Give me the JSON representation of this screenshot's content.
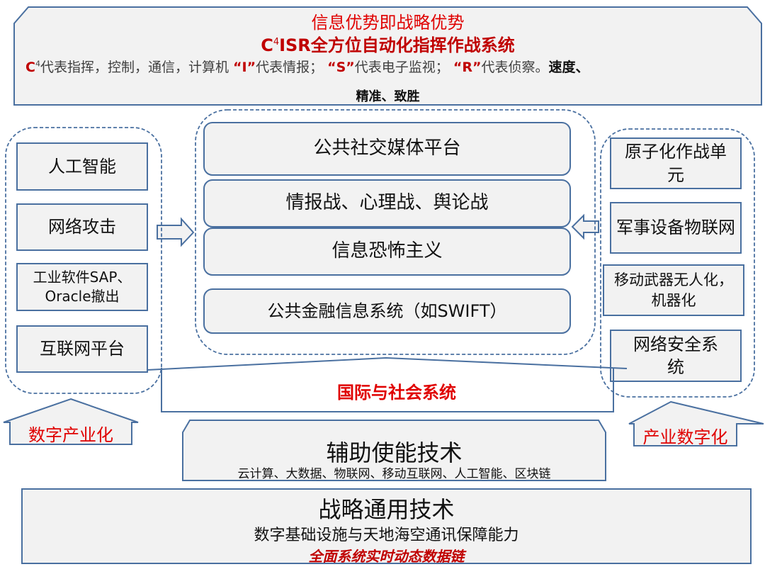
{
  "top": {
    "line1": "信息优势即战略优势",
    "line2_prefix": "C",
    "line2_sup": "4",
    "line2_rest": "ISR全方位自动化指挥作战系统",
    "line3": {
      "c": "C",
      "sup": "4",
      "c_text": "代表指挥，控制，通信，计算机",
      "i": "“I”",
      "i_text": "代表情报；",
      "s": "“S”",
      "s_text": "代表电子监视；",
      "r": "“R”",
      "r_text": "代表侦察。",
      "tail": "速度、"
    },
    "line4": "精准、致胜"
  },
  "left": {
    "items": [
      "人工智能",
      "网络攻击",
      "工业软件SAP、Oracle撤出",
      "互联网平台"
    ],
    "arrow_label": "数字产业化"
  },
  "center": {
    "items": [
      "公共社交媒体平台",
      "情报战、心理战、舆论战",
      "信息恐怖主义",
      "公共金融信息系统（如SWIFT）"
    ],
    "bracket_label": "国际与社会系统"
  },
  "right": {
    "items": [
      "原子化作战单元",
      "军事设备物联网",
      "移动武器无人化，机器化",
      "网络安全系统"
    ],
    "arrow_label": "产业数字化"
  },
  "enabling": {
    "title": "辅助使能技术",
    "subtitle": "云计算、大数据、物联网、移动互联网、人工智能、区块链"
  },
  "base": {
    "title": "战略通用技术",
    "subtitle": "数字基础设施与天地海空通讯保障能力",
    "note": "全面系统实时动态数据链"
  },
  "colors": {
    "fill": "#f2f2f2",
    "stroke": "#4a70a0",
    "red": "#e00000",
    "dark_red": "#c00000"
  }
}
